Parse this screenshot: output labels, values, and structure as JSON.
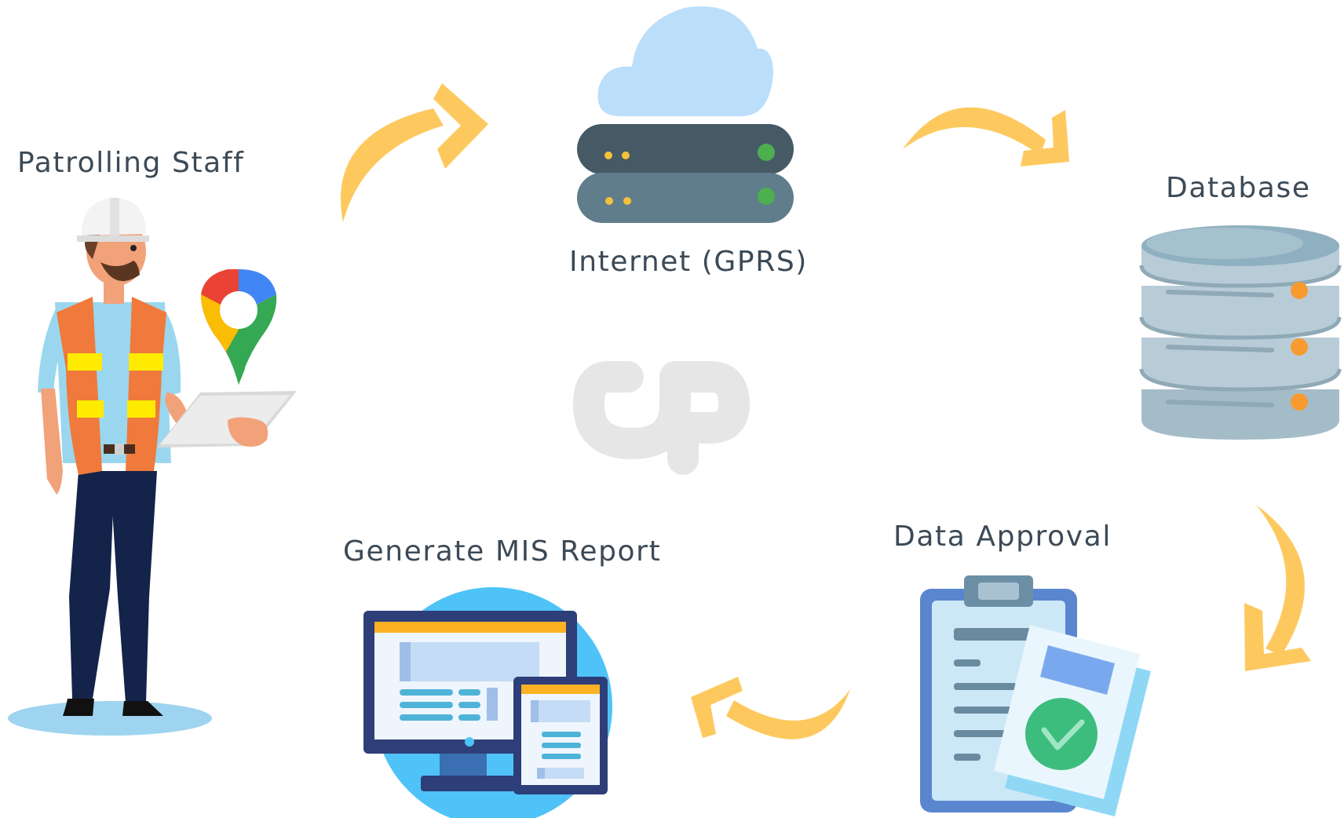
{
  "nodes": {
    "staff": "Patrolling Staff",
    "internet": "Internet (GPRS)",
    "database": "Database",
    "approval": "Data Approval",
    "report": "Generate MIS Report"
  },
  "logo": {
    "text": "GP"
  },
  "colors": {
    "arrow": "#fdc95f",
    "text": "#3c4a56",
    "server_dark": "#455a64",
    "server_light": "#607d8b",
    "cloud": "#bbdefb",
    "database": "#b0c8d4",
    "database_dot": "#f79b31",
    "clipboard": "#5a86cf",
    "check": "#3dbd7d",
    "monitor": "#2d3e78",
    "monitor_bar": "#fdb124",
    "report_circle": "#4fc3f7",
    "vest": "#ef7a3c",
    "vest_stripe": "#ffeb00",
    "shirt": "#9ad7ef",
    "pants": "#14234a",
    "logo": "#e6e6e6"
  }
}
